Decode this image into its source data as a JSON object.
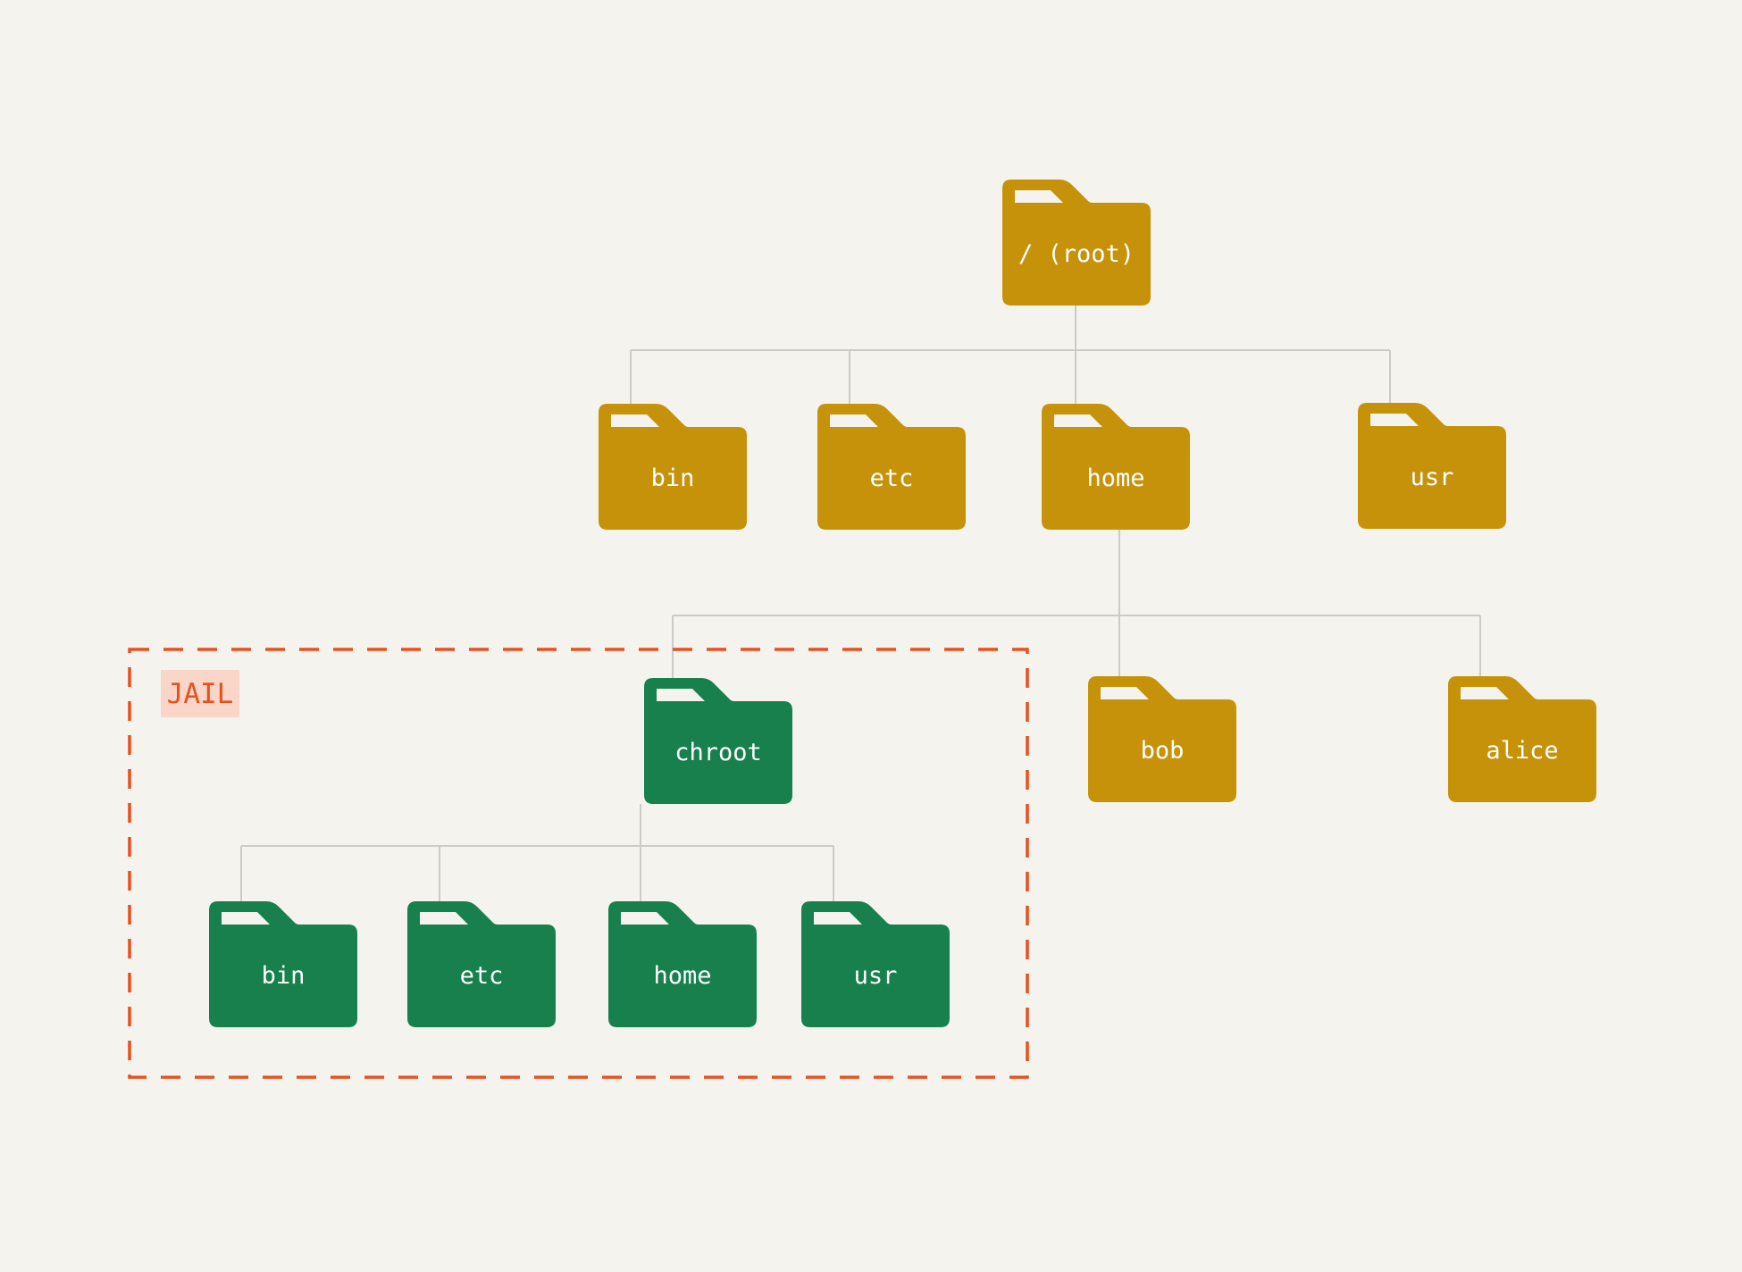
{
  "diagram": {
    "title": "filesystem chroot jail tree",
    "background": "#F5F3EE",
    "connector_color": "#CDCBC6",
    "folder_colors": {
      "standard": "#C6920A",
      "jail": "#17804D"
    },
    "label_color": "#FFFFFF",
    "jail": {
      "label": "JAIL",
      "border_color": "#E8501E",
      "label_background": "#F9D6C7"
    },
    "nodes": {
      "root": "/ (root)",
      "bin": "bin",
      "etc": "etc",
      "home": "home",
      "usr": "usr",
      "chroot": "chroot",
      "bob": "bob",
      "alice": "alice",
      "jail_bin": "bin",
      "jail_etc": "etc",
      "jail_home": "home",
      "jail_usr": "usr"
    },
    "hierarchy": {
      "root": [
        "bin",
        "etc",
        "home",
        "usr"
      ],
      "home": [
        "chroot",
        "bob",
        "alice"
      ],
      "chroot": [
        "jail_bin",
        "jail_etc",
        "jail_home",
        "jail_usr"
      ],
      "jail_contains": [
        "chroot",
        "jail_bin",
        "jail_etc",
        "jail_home",
        "jail_usr"
      ]
    }
  }
}
